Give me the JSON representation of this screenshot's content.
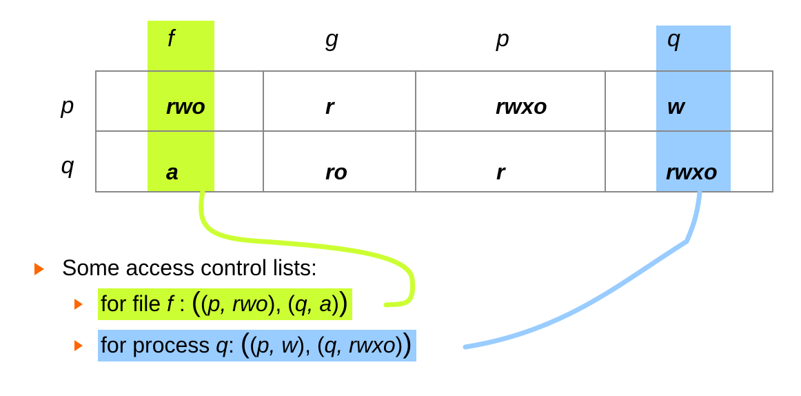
{
  "matrix": {
    "columns": [
      "f",
      "g",
      "p",
      "q"
    ],
    "rows": [
      {
        "label": "p",
        "cells": [
          "rwo",
          "r",
          "rwxo",
          "w"
        ]
      },
      {
        "label": "q",
        "cells": [
          "a",
          "ro",
          "r",
          "rwxo"
        ]
      }
    ]
  },
  "list": {
    "heading": "Some access control lists:",
    "item_f": {
      "prefix": "for file ",
      "name": "f",
      "sep": " : ",
      "open": "(",
      "p1_open": "(",
      "p1_subject": "p",
      "p1_comma": ", ",
      "p1_rights": "rwo",
      "p1_close": ")",
      "between": ", ",
      "p2_open": "(",
      "p2_subject": "q",
      "p2_comma": ", ",
      "p2_rights": "a",
      "p2_close": ")",
      "close": ")"
    },
    "item_q": {
      "prefix": "for process ",
      "name": "q",
      "sep": ": ",
      "open": "(",
      "p1_open": "(",
      "p1_subject": "p",
      "p1_comma": ", ",
      "p1_rights": "w",
      "p1_close": ")",
      "between": ", ",
      "p2_open": "(",
      "p2_subject": "q",
      "p2_comma": ", ",
      "p2_rights": "rwxo",
      "p2_close": ")",
      "close": ")"
    }
  },
  "colors": {
    "file_highlight": "#ccff33",
    "process_highlight": "#99ccff",
    "bullet": "#ff6600"
  }
}
